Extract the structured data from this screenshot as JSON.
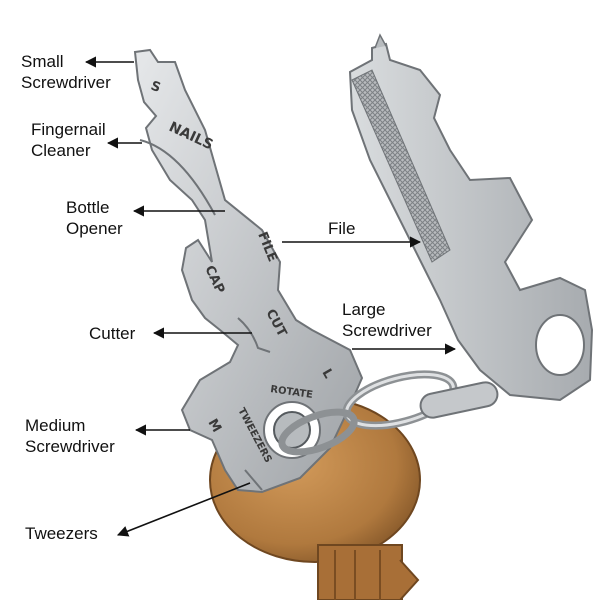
{
  "labels": {
    "small_screwdriver": [
      "Small",
      "Screwdriver"
    ],
    "fingernail_cleaner": [
      "Fingernail",
      "Cleaner"
    ],
    "bottle_opener": [
      "Bottle",
      "Opener"
    ],
    "file": "File",
    "large_screwdriver": [
      "Large",
      "Screwdriver"
    ],
    "cutter": "Cutter",
    "medium_screwdriver": [
      "Medium",
      "Screwdriver"
    ],
    "tweezers": "Tweezers"
  },
  "engraving": {
    "s": "S",
    "nails": "NAILS",
    "file": "FILE",
    "cap": "CAP",
    "cut": "CUT",
    "l": "L",
    "rotate": "ROTATE",
    "m": "M",
    "tweezers": "TWEEZERS"
  },
  "colors": {
    "steel": "#c9cbcd",
    "steel_dark": "#8d9194",
    "brass": "#b0793e",
    "arrow": "#111111"
  }
}
